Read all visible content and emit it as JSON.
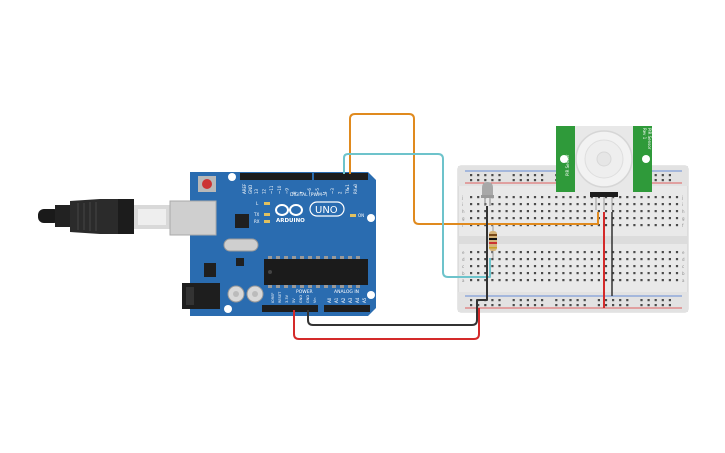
{
  "arduino": {
    "brand": "ARDUINO",
    "model": "UNO",
    "digital_label": "DIGITAL (PWM~)",
    "power_label": "POWER",
    "analog_label": "ANALOG IN",
    "on_label": "ON",
    "l_label": "L",
    "tx_label": "TX",
    "rx_label": "RX",
    "aref_label": "AREF",
    "gnd_label": "GND",
    "digital_pins": [
      "13",
      "12",
      "~11",
      "~10",
      "~9",
      "8",
      "7",
      "~6",
      "~5",
      "4",
      "~3",
      "2",
      "TX▸1",
      "RX◂0"
    ],
    "power_pins": [
      "IOREF",
      "RESET",
      "3.3V",
      "5V",
      "GND",
      "GND",
      "Vin"
    ],
    "analog_pins": [
      "A0",
      "A1",
      "A2",
      "A3",
      "A4",
      "A5"
    ]
  },
  "pir_sensor": {
    "label_left": "PIR Sensor",
    "label_right_1": "PIR Sensor",
    "label_right_2": "Rev 1"
  },
  "breadboard": {
    "row_letters_top": [
      "j",
      "i",
      "h",
      "g",
      "f"
    ],
    "row_letters_bottom": [
      "e",
      "d",
      "c",
      "b",
      "a"
    ]
  },
  "colors": {
    "board": "#2a6cb0",
    "orange_wire": "#e08a1e",
    "cyan_wire": "#6dc3cb",
    "red_wire": "#d42a2a",
    "black_wire": "#333333",
    "pir_pcb": "#2f9a3a"
  }
}
